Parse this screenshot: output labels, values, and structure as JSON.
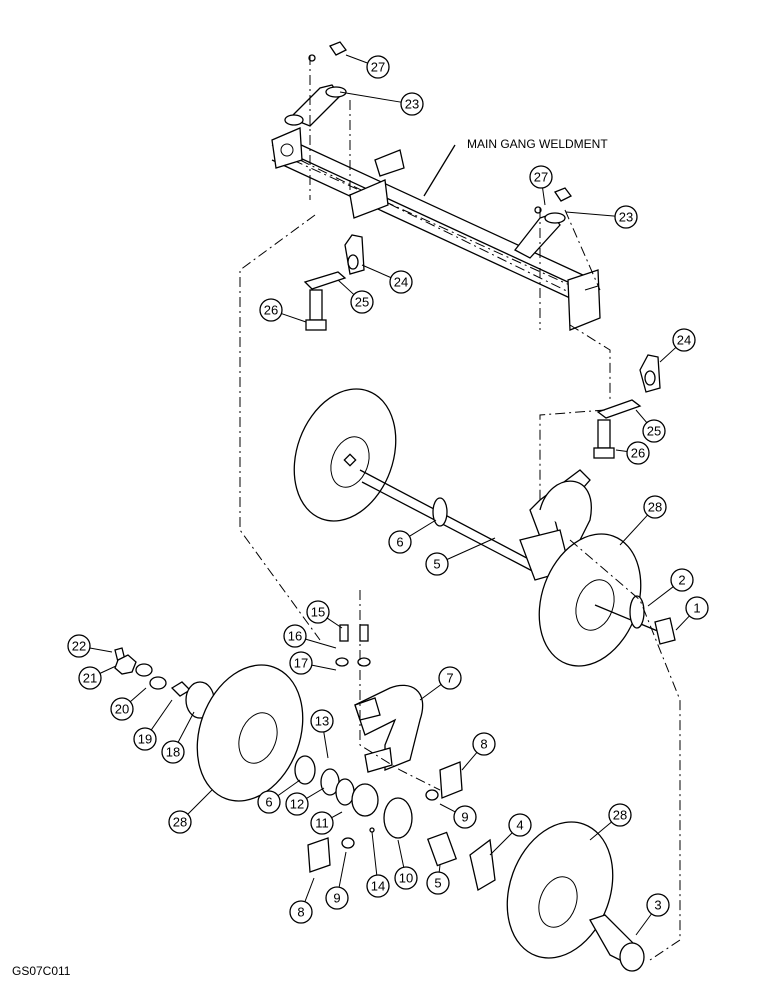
{
  "labels": {
    "main_gang": "MAIN GANG WELDMENT",
    "drawing_id": "GS07C011"
  },
  "balloons": [
    {
      "id": "b27a",
      "text": "27"
    },
    {
      "id": "b23a",
      "text": "23"
    },
    {
      "id": "b27b",
      "text": "27"
    },
    {
      "id": "b23b",
      "text": "23"
    },
    {
      "id": "b24a",
      "text": "24"
    },
    {
      "id": "b25a",
      "text": "25"
    },
    {
      "id": "b26a",
      "text": "26"
    },
    {
      "id": "b24b",
      "text": "24"
    },
    {
      "id": "b25b",
      "text": "25"
    },
    {
      "id": "b26b",
      "text": "26"
    },
    {
      "id": "b28a",
      "text": "28"
    },
    {
      "id": "b2",
      "text": "2"
    },
    {
      "id": "b1",
      "text": "1"
    },
    {
      "id": "b6a",
      "text": "6"
    },
    {
      "id": "b5a",
      "text": "5"
    },
    {
      "id": "b15",
      "text": "15"
    },
    {
      "id": "b16",
      "text": "16"
    },
    {
      "id": "b17",
      "text": "17"
    },
    {
      "id": "b22",
      "text": "22"
    },
    {
      "id": "b21",
      "text": "21"
    },
    {
      "id": "b20",
      "text": "20"
    },
    {
      "id": "b19",
      "text": "19"
    },
    {
      "id": "b18",
      "text": "18"
    },
    {
      "id": "b7",
      "text": "7"
    },
    {
      "id": "b13",
      "text": "13"
    },
    {
      "id": "b12",
      "text": "12"
    },
    {
      "id": "b11",
      "text": "11"
    },
    {
      "id": "b6b",
      "text": "6"
    },
    {
      "id": "b28b",
      "text": "28"
    },
    {
      "id": "b8a",
      "text": "8"
    },
    {
      "id": "b9a",
      "text": "9"
    },
    {
      "id": "b4",
      "text": "4"
    },
    {
      "id": "b28c",
      "text": "28"
    },
    {
      "id": "b10",
      "text": "10"
    },
    {
      "id": "b14",
      "text": "14"
    },
    {
      "id": "b9b",
      "text": "9"
    },
    {
      "id": "b8b",
      "text": "8"
    },
    {
      "id": "b5b",
      "text": "5"
    },
    {
      "id": "b3",
      "text": "3"
    }
  ]
}
